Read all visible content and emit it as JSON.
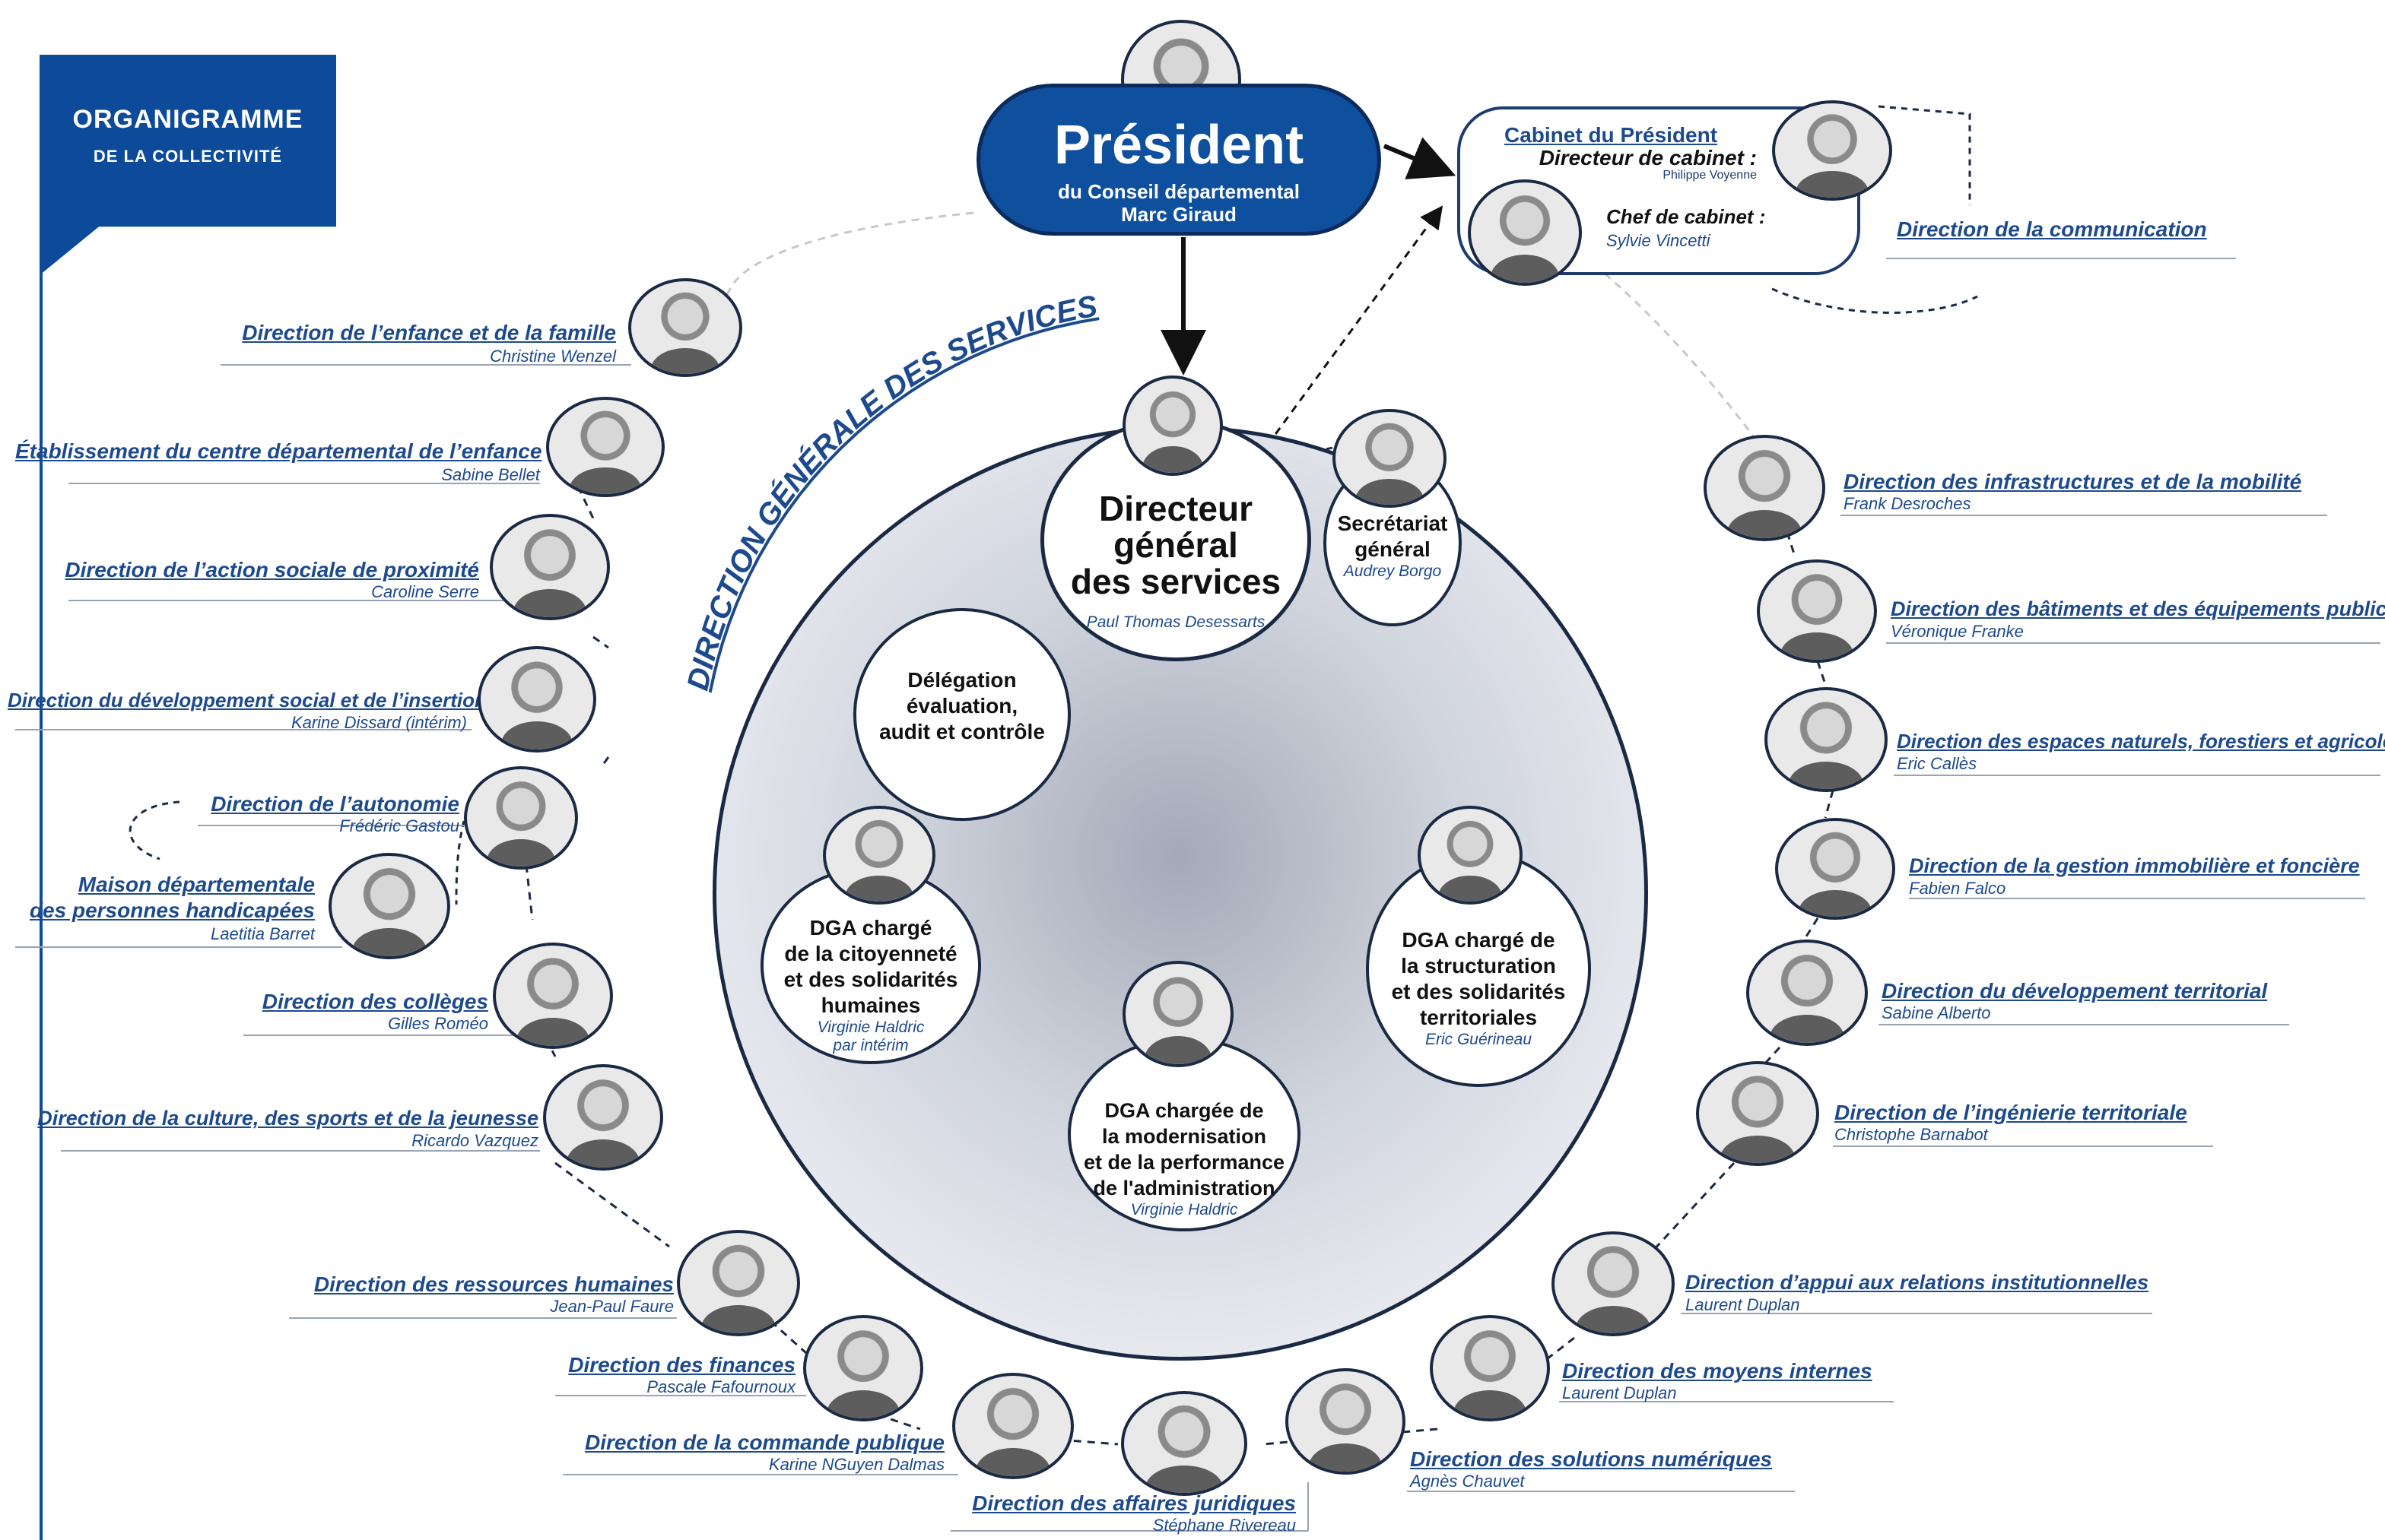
{
  "badge": {
    "title": "ORGANIGRAMME",
    "subtitle": "DE LA COLLECTIVITÉ"
  },
  "president": {
    "title": "Président",
    "line1": "du Conseil départemental",
    "line2": "Marc Giraud"
  },
  "cabinet": {
    "title": "Cabinet du Président",
    "role1": "Directeur de cabinet :",
    "name1": "Philippe Voyenne",
    "role2": "Chef de cabinet :",
    "name2": "Sylvie Vincetti",
    "communication": "Direction de la communication"
  },
  "dgs_arc": "DIRECTION GÉNÉRALE DES SERVICES",
  "dgs": {
    "line1": "Directeur",
    "line2": "général",
    "line3": "des services",
    "name": "Paul Thomas Desessarts"
  },
  "secretariat": {
    "line1": "Secrétariat",
    "line2": "général",
    "name": "Audrey Borgo"
  },
  "delegation": {
    "line1": "Délégation",
    "line2": "évaluation,",
    "line3": "audit et contrôle"
  },
  "dga_citoyennete": {
    "line1": "DGA chargé",
    "line2": "de la citoyenneté",
    "line3": "et des solidarités",
    "line4": "humaines",
    "name1": "Virginie Haldric",
    "name2": "par intérim"
  },
  "dga_modernisation": {
    "line1": "DGA chargée de",
    "line2": "la modernisation",
    "line3": "et de la performance",
    "line4": "de l'administration",
    "name": "Virginie Haldric"
  },
  "dga_structuration": {
    "line1": "DGA chargé de",
    "line2": "la structuration",
    "line3": "et des solidarités",
    "line4": "territoriales",
    "name": "Eric Guérineau"
  },
  "left": [
    {
      "title": "Direction de l’enfance et de la famille",
      "name": "Christine Wenzel"
    },
    {
      "title": "Établissement du centre départemental de l’enfance",
      "name": "Sabine Bellet"
    },
    {
      "title": "Direction de l’action sociale de proximité",
      "name": "Caroline Serre"
    },
    {
      "title": "Direction du développement social et de l’insertion",
      "name": "Karine Dissard (intérim)"
    },
    {
      "title": "Direction de l’autonomie",
      "name": "Frédéric Gastou"
    },
    {
      "title1": "Maison départementale",
      "title2": "des personnes handicapées",
      "name": "Laetitia Barret"
    },
    {
      "title": "Direction des collèges",
      "name": "Gilles Roméo"
    },
    {
      "title": "Direction de la culture, des sports et de la jeunesse",
      "name": "Ricardo Vazquez"
    },
    {
      "title": "Direction des ressources humaines",
      "name": "Jean-Paul Faure"
    },
    {
      "title": "Direction des finances",
      "name": "Pascale Fafournoux"
    },
    {
      "title": "Direction de la commande publique",
      "name": "Karine NGuyen Dalmas"
    },
    {
      "title": "Direction des affaires juridiques",
      "name": "Stéphane Rivereau"
    }
  ],
  "right": [
    {
      "title": "Direction des infrastructures et de la mobilité",
      "name": "Frank Desroches"
    },
    {
      "title": "Direction des bâtiments et des équipements publics",
      "name": "Véronique Franke"
    },
    {
      "title": "Direction des espaces naturels, forestiers et agricoles",
      "name": "Eric Callès"
    },
    {
      "title": "Direction de la gestion immobilière et foncière",
      "name": "Fabien Falco"
    },
    {
      "title": "Direction du développement territorial",
      "name": "Sabine Alberto"
    },
    {
      "title": "Direction de l’ingénierie territoriale",
      "name": "Christophe Barnabot"
    },
    {
      "title": "Direction d’appui aux relations institutionnelles",
      "name": "Laurent Duplan"
    },
    {
      "title": "Direction des moyens internes",
      "name": "Laurent Duplan"
    },
    {
      "title": "Direction des solutions numériques",
      "name": "Agnès Chauvet"
    }
  ]
}
